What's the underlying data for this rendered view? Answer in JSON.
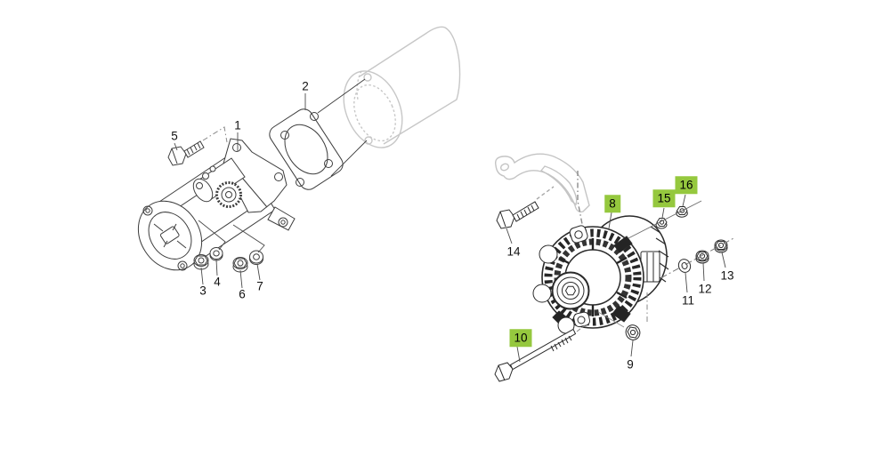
{
  "figure": {
    "background": "#ffffff",
    "highlight_color": "#95c83e",
    "line_color": "#3d3d3d",
    "ghost_color": "#c7c7c7",
    "callouts": [
      {
        "label": "1",
        "highlighted": false
      },
      {
        "label": "2",
        "highlighted": false
      },
      {
        "label": "3",
        "highlighted": false
      },
      {
        "label": "4",
        "highlighted": false
      },
      {
        "label": "5",
        "highlighted": false
      },
      {
        "label": "6",
        "highlighted": false
      },
      {
        "label": "7",
        "highlighted": false
      },
      {
        "label": "8",
        "highlighted": true
      },
      {
        "label": "9",
        "highlighted": false
      },
      {
        "label": "10",
        "highlighted": true
      },
      {
        "label": "11",
        "highlighted": false
      },
      {
        "label": "12",
        "highlighted": false
      },
      {
        "label": "13",
        "highlighted": false
      },
      {
        "label": "14",
        "highlighted": false
      },
      {
        "label": "15",
        "highlighted": true
      },
      {
        "label": "16",
        "highlighted": true
      }
    ]
  }
}
